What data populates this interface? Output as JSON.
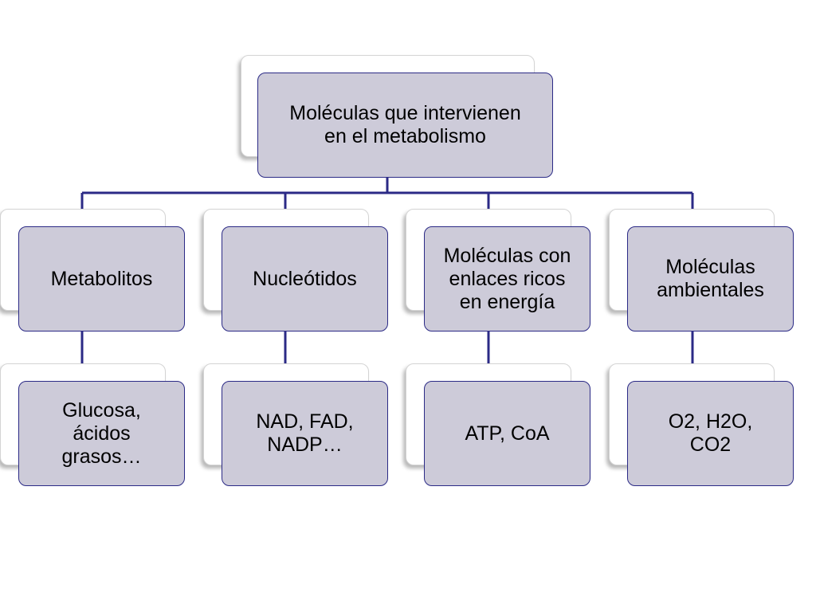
{
  "diagram": {
    "root": {
      "label": "Moléculas que intervienen\nen el metabolismo"
    },
    "categories": [
      {
        "label": "Metabolitos",
        "example": "Glucosa,\nácidos\ngrasos…"
      },
      {
        "label": "Nucleótidos",
        "example": "NAD, FAD,\nNADP…"
      },
      {
        "label": "Moléculas con\nenlaces ricos\nen energía",
        "example": "ATP, CoA"
      },
      {
        "label": "Moléculas\nambientales",
        "example": "O2, H2O,\nCO2"
      }
    ],
    "colors": {
      "node_fill": "#cdcbd9",
      "node_border": "#2b2a86",
      "connector": "#2b2a86"
    }
  }
}
